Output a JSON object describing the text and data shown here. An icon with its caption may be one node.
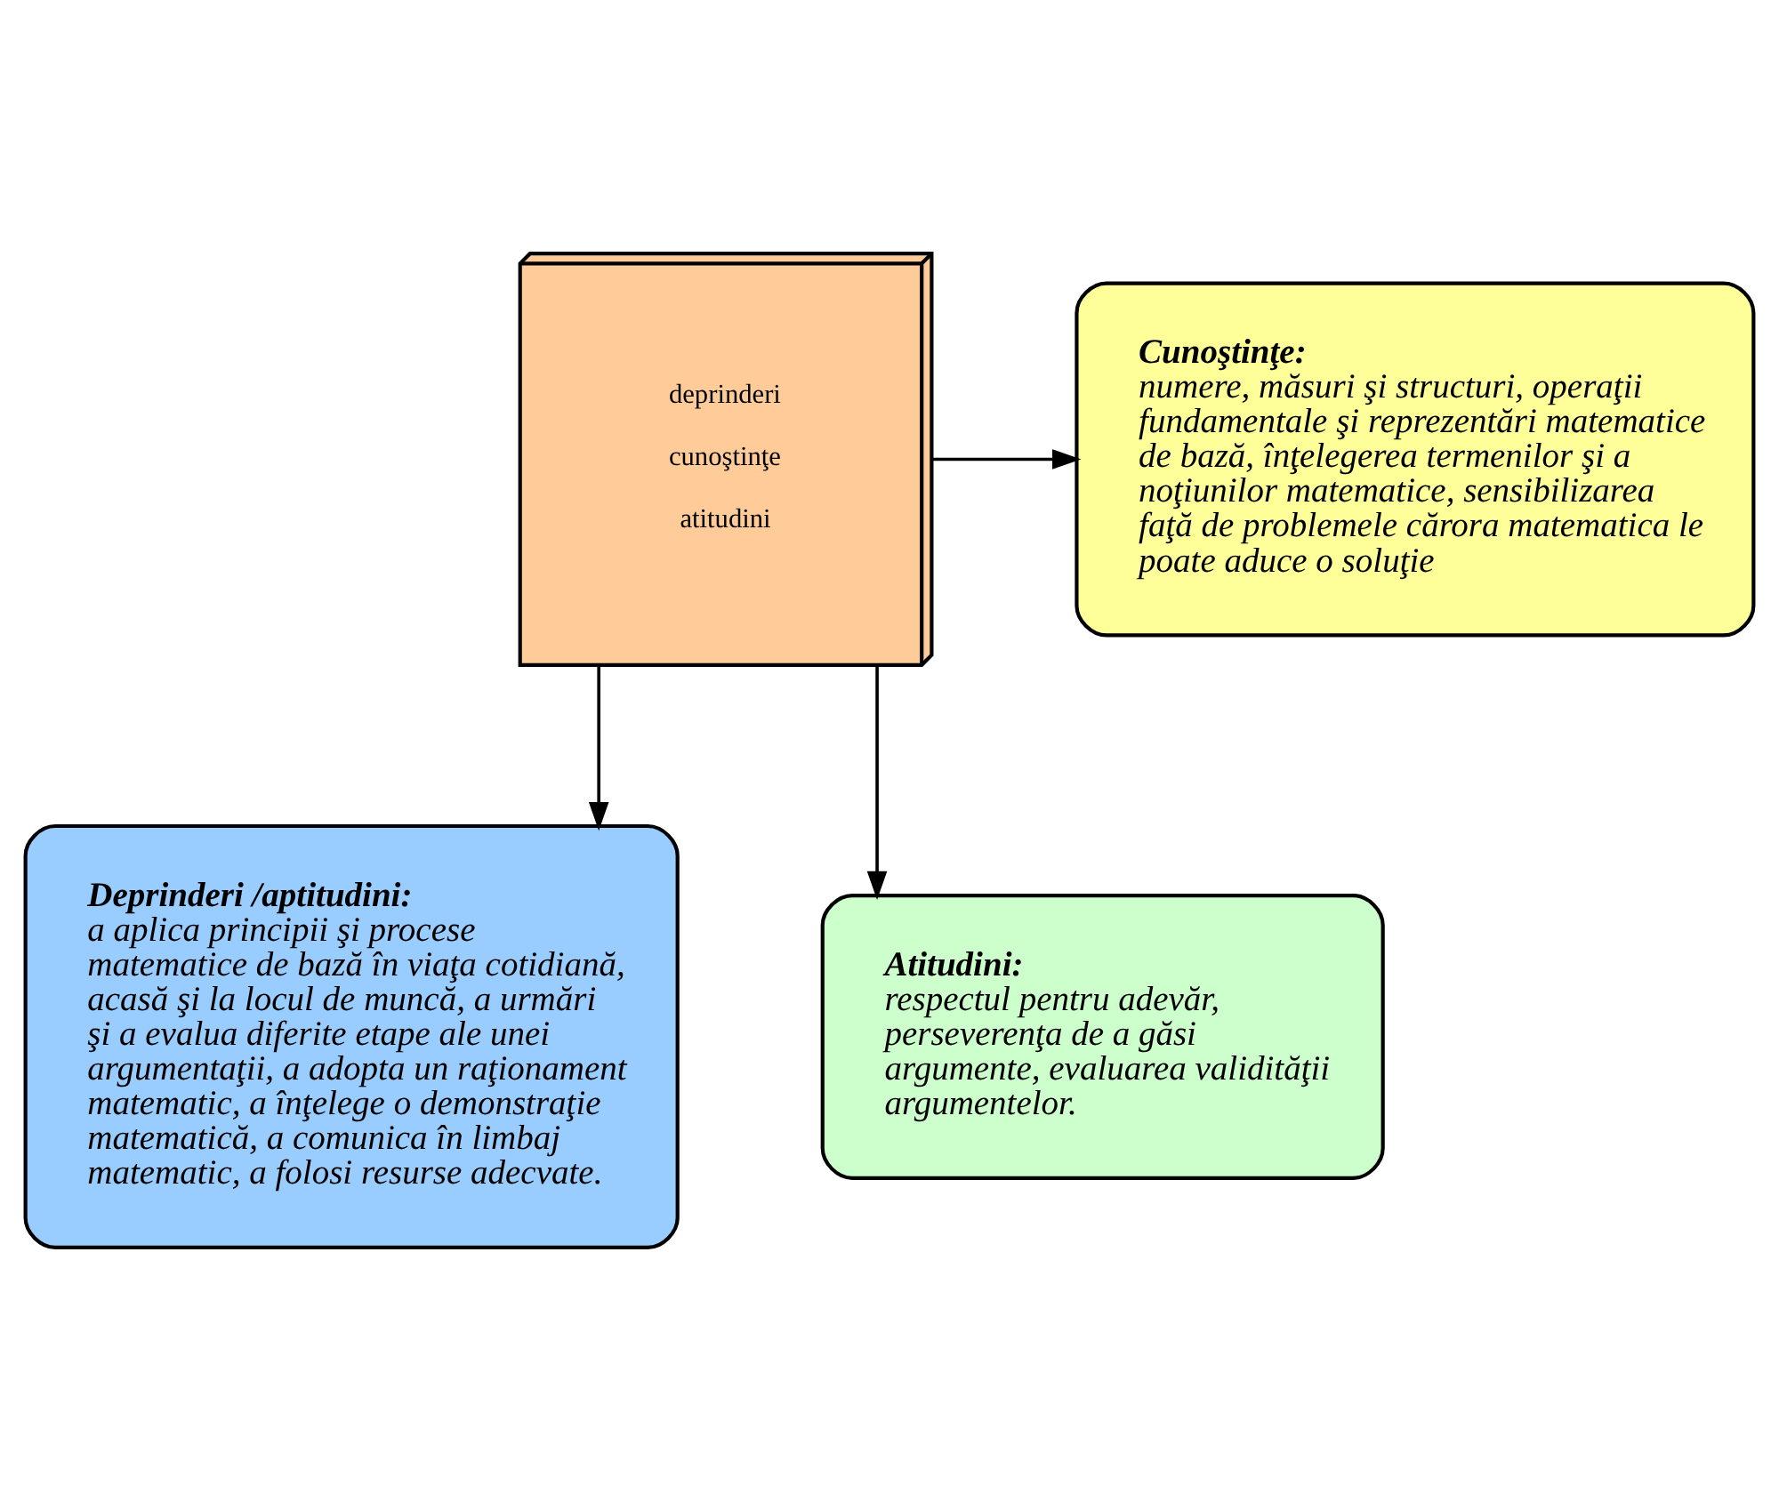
{
  "diagram": {
    "nodes": [
      {
        "text": [
          "Cunoştinţe:",
          "numere, măsuri şi structuri, operaţii fundamentale şi reprezentări matematice de bază, înţelegerea termenilor şi a noţiunilor matematice, sensibilizarea faţă de problemele cărora matematica le poate aduce o soluţie"
        ]
      },
      {
        "text": [
          "deprinderi",
          "cunoştinţe",
          "atitudini"
        ]
      },
      {
        "text": [
          "Deprinderi /aptitudini:",
          "a aplica principii şi procese matematice de bază în viaţa cotidiană, acasă şi la locul de muncă, a urmări şi a evalua diferite etape ale unei argumentaţii, a adopta un raţionament matematic, a înţelege o demonstraţie matematică, a comunica în limbaj matematic, a folosi resurse adecvate."
        ]
      },
      {
        "text": [
          "Atitudini:",
          "respectul pentru adevăr, perseverenţa de a găsi argumente, evaluarea validităţii argumentelor."
        ]
      }
    ],
    "edges": [
      {
        "from": 1,
        "to": 0,
        "arrow": "to"
      },
      {
        "from": 1,
        "to": 2,
        "arrow": "to"
      },
      {
        "from": 1,
        "to": 3,
        "arrow": "to"
      }
    ]
  }
}
